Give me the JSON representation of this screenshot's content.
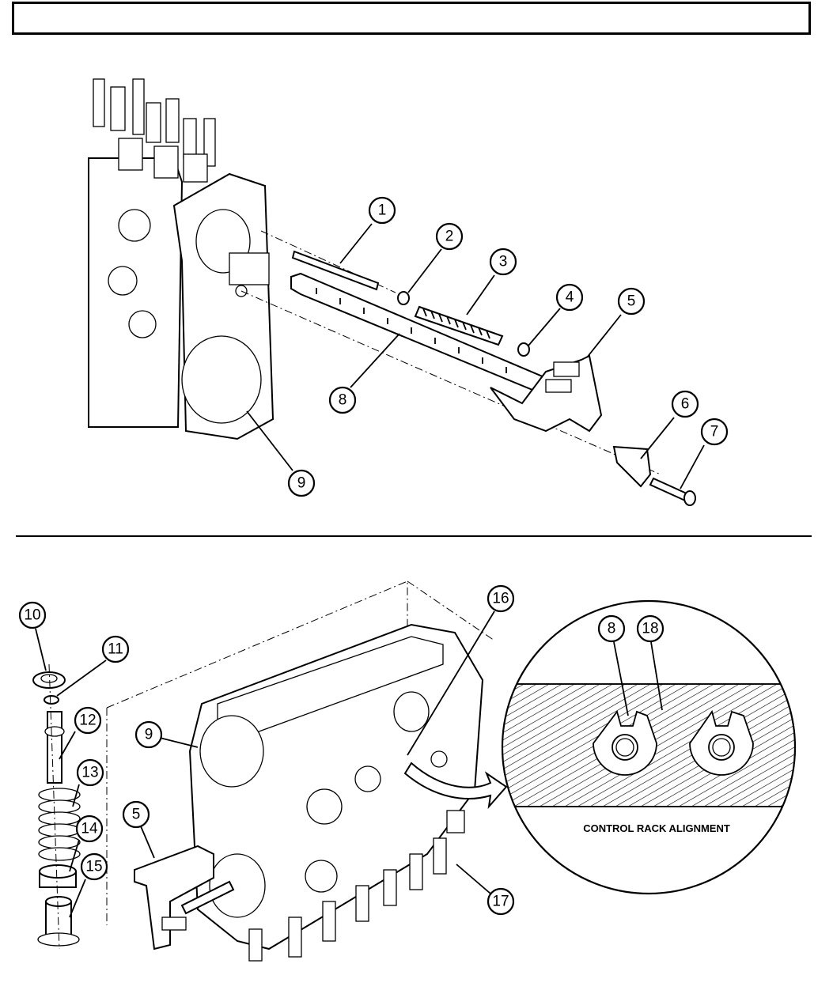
{
  "header": {
    "text": ""
  },
  "top_figure": {
    "callouts": [
      "1",
      "2",
      "3",
      "4",
      "5",
      "6",
      "7",
      "8",
      "9"
    ]
  },
  "bottom_figure": {
    "callouts": [
      "10",
      "11",
      "12",
      "13",
      "14",
      "15",
      "5",
      "9",
      "16",
      "17"
    ]
  },
  "inset": {
    "callouts": [
      "8",
      "18"
    ],
    "caption": "CONTROL RACK ALIGNMENT"
  }
}
